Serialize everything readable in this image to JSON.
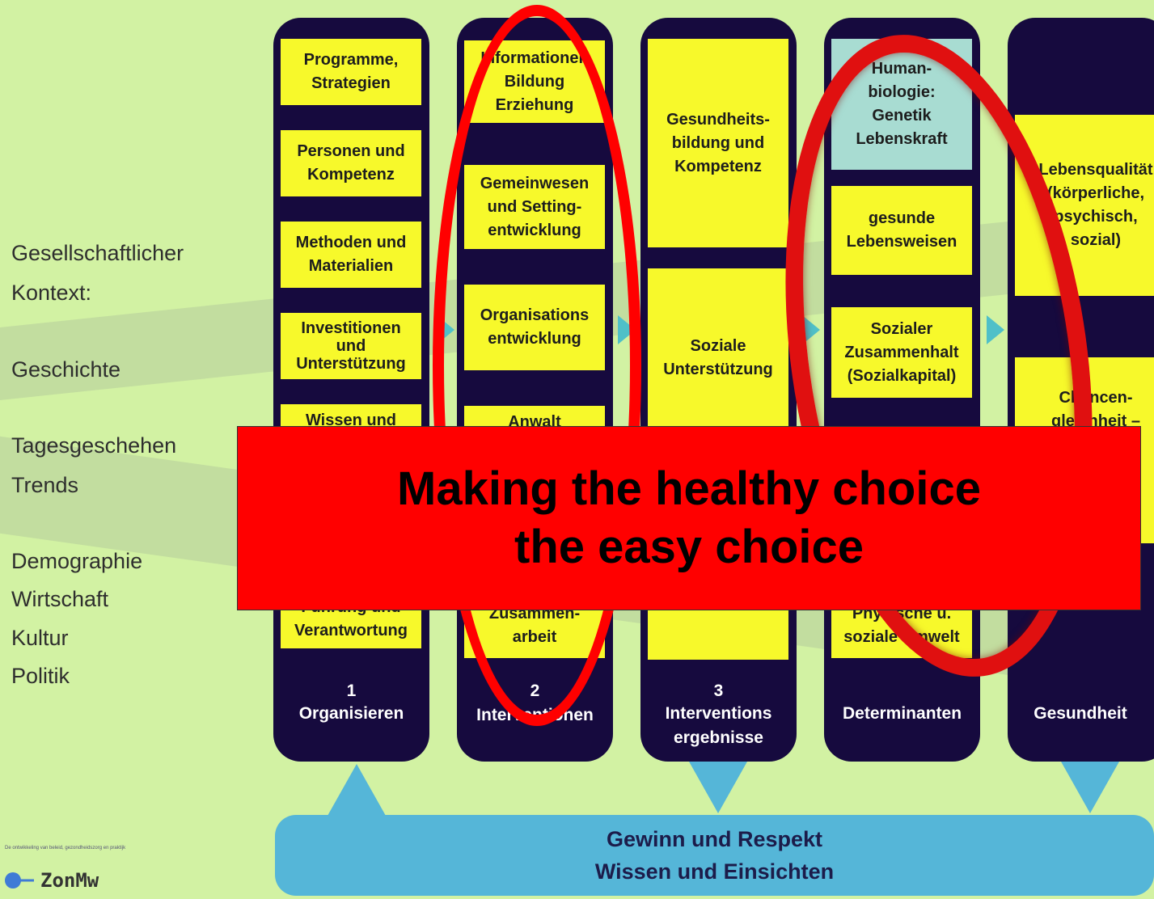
{
  "context": {
    "lines": [
      "Gesellschaftlicher",
      "Kontext:",
      "Geschichte",
      "Tagesgeschehen",
      "Trends",
      "Demographie",
      "Wirtschaft",
      "Kultur",
      "Politik"
    ]
  },
  "columns": [
    {
      "number": "1",
      "title": "Organisieren",
      "boxes": [
        "Programme,\nStrategien",
        "Personen und\nKompetenz",
        "Methoden und\nMaterialien",
        "Investitionen\nund\nUnterstützung",
        "Wissen und",
        "Führung und\nVerantwortung"
      ]
    },
    {
      "number": "2",
      "title": "Interventionen",
      "boxes": [
        "Informationen\nBildung\nErziehung",
        "Gemeinwesen\nund Setting-\nentwicklung",
        "Organisations\nentwicklung",
        "Anwalt",
        "Zusammen-\narbeit"
      ]
    },
    {
      "number": "3",
      "title": "Interventions\nergebnisse",
      "boxes": [
        "Gesundheits-\nbildung und\nKompetenz",
        "Soziale\nUnterstützung",
        ""
      ]
    },
    {
      "number": "",
      "title": "Determinanten",
      "boxes": [
        "Human-\nbiologie:\nGenetik\nLebenskraft",
        "gesunde\nLebensweisen",
        "Sozialer\nZusammenhalt\n(Sozialkapital)",
        "Physische u.\nsoziale Umwelt"
      ]
    },
    {
      "number": "",
      "title": "Gesundheit",
      "boxes": [
        "Lebensqualität\n(körperliche,\npsychisch,\nsozial)",
        "Chancen-\ngleichheit –"
      ]
    }
  ],
  "banner": {
    "line1": "Making the healthy choice",
    "line2": "the easy choice"
  },
  "bottom": {
    "line1": "Gewinn und Respekt",
    "line2": "Wissen und Einsichten"
  },
  "logo": {
    "text": "ZonMw",
    "tagline": "De ontwikkeling van beleid, gezondheidszorg en praktijk"
  },
  "colors": {
    "background": "#d2f2a3",
    "column": "#160a3e",
    "box": "#f7f92b",
    "banner": "#ff0000",
    "ellipse": "#ff0000",
    "bar": "#55b6d8"
  }
}
